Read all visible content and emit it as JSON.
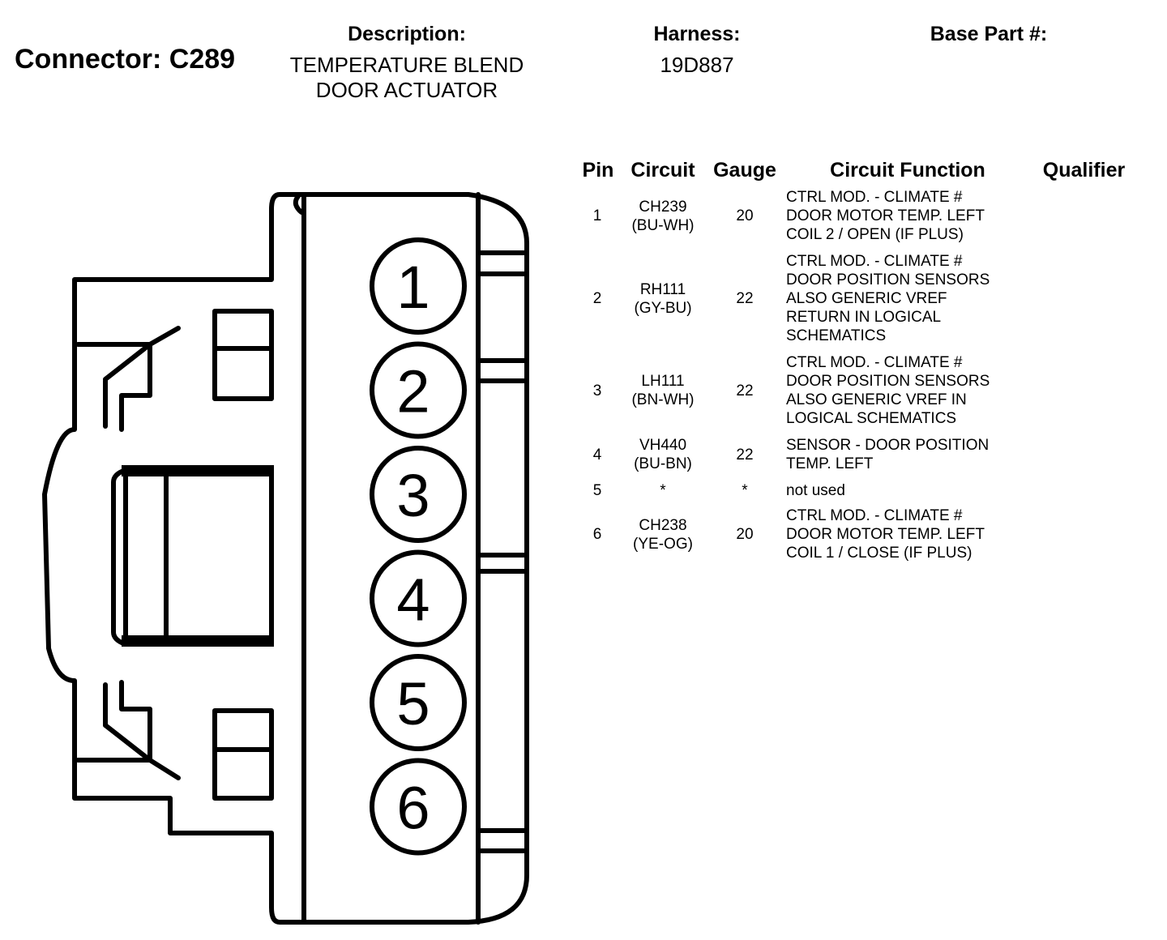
{
  "header": {
    "connector": "Connector: C289",
    "description_label": "Description:",
    "description_lines": [
      "TEMPERATURE BLEND",
      "DOOR ACTUATOR"
    ],
    "harness_label": "Harness:",
    "harness_value": "19D887",
    "base_part_label": "Base Part #:"
  },
  "table": {
    "headers": {
      "pin": "Pin",
      "circuit": "Circuit",
      "gauge": "Gauge",
      "function": "Circuit Function",
      "qualifier": "Qualifier"
    },
    "rows": [
      {
        "pin": "1",
        "circuit": [
          "CH239",
          "(BU-WH)"
        ],
        "gauge": "20",
        "function": [
          "CTRL MOD. - CLIMATE #",
          "DOOR MOTOR TEMP. LEFT",
          "COIL 2 / OPEN (IF PLUS)"
        ]
      },
      {
        "pin": "2",
        "circuit": [
          "RH111",
          "(GY-BU)"
        ],
        "gauge": "22",
        "function": [
          "CTRL MOD. - CLIMATE #",
          "DOOR POSITION SENSORS",
          "ALSO GENERIC VREF",
          "RETURN IN LOGICAL",
          "SCHEMATICS"
        ]
      },
      {
        "pin": "3",
        "circuit": [
          "LH111",
          "(BN-WH)"
        ],
        "gauge": "22",
        "function": [
          "CTRL MOD. - CLIMATE #",
          "DOOR POSITION SENSORS",
          "ALSO GENERIC VREF IN",
          "LOGICAL SCHEMATICS"
        ]
      },
      {
        "pin": "4",
        "circuit": [
          "VH440",
          "(BU-BN)"
        ],
        "gauge": "22",
        "function": [
          "SENSOR - DOOR POSITION",
          "TEMP. LEFT"
        ]
      },
      {
        "pin": "5",
        "circuit": [
          "*"
        ],
        "gauge": "*",
        "function": [
          "not used"
        ]
      },
      {
        "pin": "6",
        "circuit": [
          "CH238",
          "(YE-OG)"
        ],
        "gauge": "20",
        "function": [
          "CTRL MOD. - CLIMATE #",
          "DOOR MOTOR TEMP. LEFT",
          "COIL 1 / CLOSE (IF PLUS)"
        ]
      }
    ]
  },
  "connector_pins": [
    "1",
    "2",
    "3",
    "4",
    "5",
    "6"
  ]
}
